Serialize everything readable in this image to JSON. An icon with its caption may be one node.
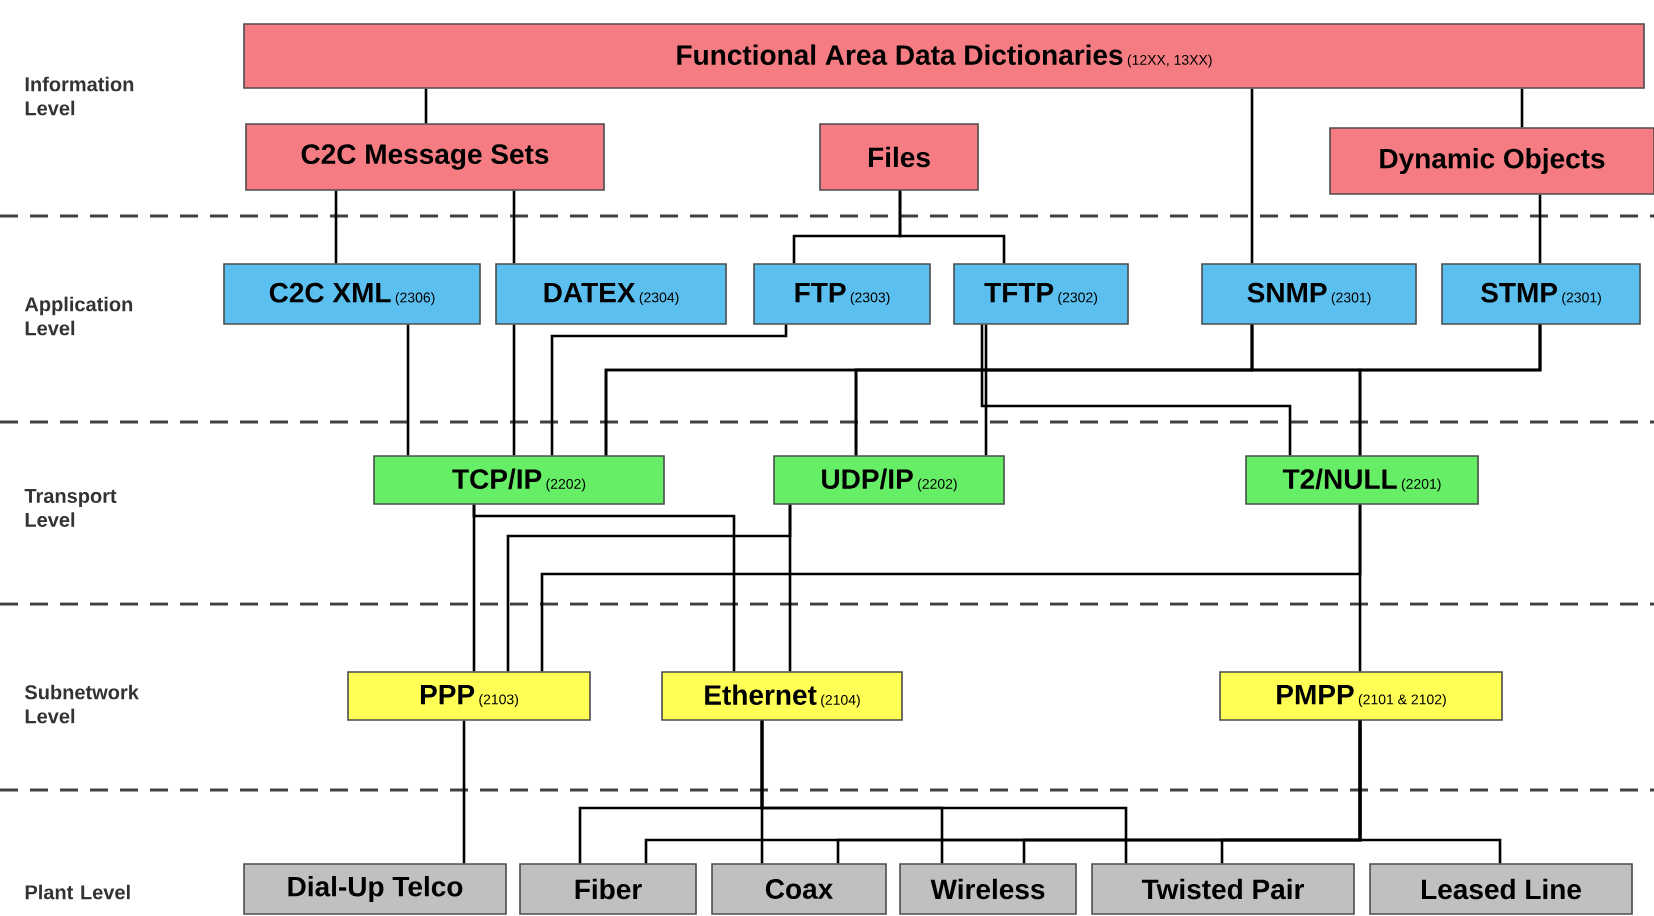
{
  "diagram": {
    "nodes": [
      {
        "text": [
          "Functional Area Data Dictionaries",
          "(12XX, 13XX)"
        ]
      },
      {
        "text": [
          "C2C Message Sets"
        ]
      },
      {
        "text": [
          "Files"
        ]
      },
      {
        "text": [
          "Dynamic Objects"
        ]
      },
      {
        "text": [
          "C2C XML",
          "(2306)"
        ]
      },
      {
        "text": [
          "DATEX",
          "(2304)"
        ]
      },
      {
        "text": [
          "FTP",
          "(2303)"
        ]
      },
      {
        "text": [
          "TFTP",
          "(2302)"
        ]
      },
      {
        "text": [
          "SNMP",
          "(2301)"
        ]
      },
      {
        "text": [
          "STMP",
          "(2301)"
        ]
      },
      {
        "text": [
          "TCP/IP",
          "(2202)"
        ]
      },
      {
        "text": [
          "UDP/IP",
          "(2202)"
        ]
      },
      {
        "text": [
          "T2/NULL",
          "(2201)"
        ]
      },
      {
        "text": [
          "PPP",
          "(2103)"
        ]
      },
      {
        "text": [
          "Ethernet",
          "(2104)"
        ]
      },
      {
        "text": [
          "PMPP",
          "(2101 & 2102)"
        ]
      },
      {
        "text": [
          "Dial-Up Telco"
        ]
      },
      {
        "text": [
          "Fiber"
        ]
      },
      {
        "text": [
          "Coax"
        ]
      },
      {
        "text": [
          "Wireless"
        ]
      },
      {
        "text": [
          "Twisted Pair"
        ]
      },
      {
        "text": [
          "Leased Line"
        ]
      }
    ],
    "edges": [
      {
        "from": 0,
        "to": 1,
        "arrow": "none"
      },
      {
        "from": 0,
        "to": 3,
        "arrow": "none"
      },
      {
        "from": 0,
        "to": 8,
        "arrow": "none"
      },
      {
        "from": 1,
        "to": 4,
        "arrow": "none"
      },
      {
        "from": 1,
        "to": 5,
        "arrow": "none"
      },
      {
        "from": 2,
        "to": 6,
        "arrow": "none"
      },
      {
        "from": 2,
        "to": 7,
        "arrow": "none"
      },
      {
        "from": 3,
        "to": 9,
        "arrow": "none"
      },
      {
        "from": 4,
        "to": 10,
        "arrow": "none"
      },
      {
        "from": 5,
        "to": 10,
        "arrow": "none"
      },
      {
        "from": 6,
        "to": 10,
        "arrow": "none"
      },
      {
        "from": 7,
        "to": 11,
        "arrow": "none"
      },
      {
        "from": 7,
        "to": 12,
        "arrow": "none"
      },
      {
        "from": 8,
        "to": 10,
        "arrow": "none"
      },
      {
        "from": 8,
        "to": 11,
        "arrow": "none"
      },
      {
        "from": 8,
        "to": 12,
        "arrow": "none"
      },
      {
        "from": 9,
        "to": 10,
        "arrow": "none"
      },
      {
        "from": 9,
        "to": 11,
        "arrow": "none"
      },
      {
        "from": 9,
        "to": 12,
        "arrow": "none"
      },
      {
        "from": 10,
        "to": 13,
        "arrow": "none"
      },
      {
        "from": 10,
        "to": 14,
        "arrow": "none"
      },
      {
        "from": 11,
        "to": 14,
        "arrow": "none"
      },
      {
        "from": 11,
        "to": 13,
        "arrow": "none"
      },
      {
        "from": 12,
        "to": 13,
        "arrow": "none"
      },
      {
        "from": 12,
        "to": 15,
        "arrow": "none"
      },
      {
        "from": 13,
        "to": 16,
        "arrow": "none"
      },
      {
        "from": 14,
        "to": 17,
        "arrow": "none"
      },
      {
        "from": 14,
        "to": 18,
        "arrow": "none"
      },
      {
        "from": 14,
        "to": 19,
        "arrow": "none"
      },
      {
        "from": 14,
        "to": 20,
        "arrow": "none"
      },
      {
        "from": 15,
        "to": 17,
        "arrow": "none"
      },
      {
        "from": 15,
        "to": 18,
        "arrow": "none"
      },
      {
        "from": 15,
        "to": 19,
        "arrow": "none"
      },
      {
        "from": 15,
        "to": 20,
        "arrow": "none"
      },
      {
        "from": 15,
        "to": 21,
        "arrow": "none"
      }
    ],
    "labels": [
      "Information Level",
      "Application Level",
      "Transport Level",
      "Subnetwork Level",
      "Plant Level"
    ]
  }
}
